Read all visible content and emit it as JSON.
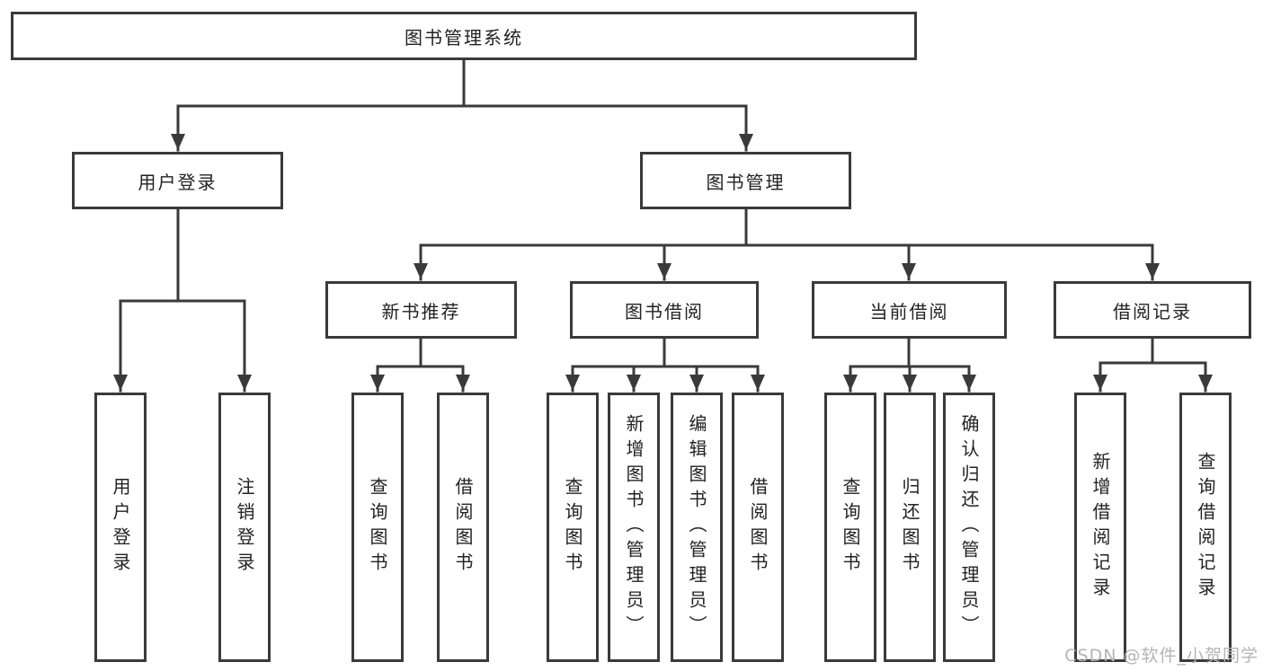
{
  "diagram": {
    "root": {
      "label": "图书管理系统"
    },
    "branches": [
      {
        "label": "用户登录",
        "children": [
          "用户登录",
          "注销登录"
        ]
      },
      {
        "label": "图书管理",
        "sections": [
          {
            "label": "新书推荐",
            "children": [
              "查询图书",
              "借阅图书"
            ]
          },
          {
            "label": "图书借阅",
            "children": [
              "查询图书",
              "新增图书（管理员）",
              "编辑图书（管理员）",
              "借阅图书"
            ]
          },
          {
            "label": "当前借阅",
            "children": [
              "查询图书",
              "归还图书",
              "确认归还（管理员）"
            ]
          },
          {
            "label": "借阅记录",
            "children": [
              "新增借阅记录",
              "查询借阅记录"
            ]
          }
        ]
      }
    ]
  },
  "watermark": {
    "text": "CSDN @软件_小贺同学"
  },
  "colors": {
    "line": "#3a3a3a",
    "text": "#222222",
    "watermark": "#b4b4b4",
    "background": "#ffffff"
  }
}
